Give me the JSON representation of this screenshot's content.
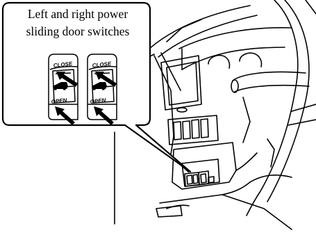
{
  "callout": {
    "title_line_1": "Left and right power",
    "title_line_2": "sliding door switches"
  },
  "switches": [
    {
      "top_label": "CLOSE",
      "bottom_label": "OPEN",
      "icon": "sliding-door-icon"
    },
    {
      "top_label": "CLOSE",
      "bottom_label": "OPEN",
      "icon": "sliding-door-icon"
    }
  ],
  "colors": {
    "ink": "#000000",
    "paper": "#ffffff",
    "panel": "#ffffff"
  }
}
